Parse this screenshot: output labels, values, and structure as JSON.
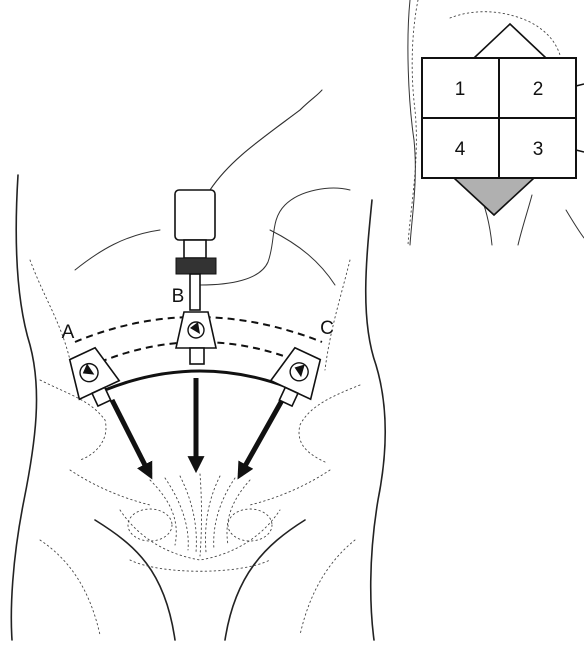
{
  "diagram": {
    "positions": [
      {
        "id": "a",
        "label": "A"
      },
      {
        "id": "b",
        "label": "B"
      },
      {
        "id": "c",
        "label": "C"
      }
    ],
    "quadrants": [
      {
        "id": "q1",
        "label": "1"
      },
      {
        "id": "q2",
        "label": "2"
      },
      {
        "id": "q4",
        "label": "4"
      },
      {
        "id": "q3",
        "label": "3"
      }
    ],
    "colors": {
      "line": "#111111",
      "inset_wedge": "#b0b0b0"
    }
  }
}
